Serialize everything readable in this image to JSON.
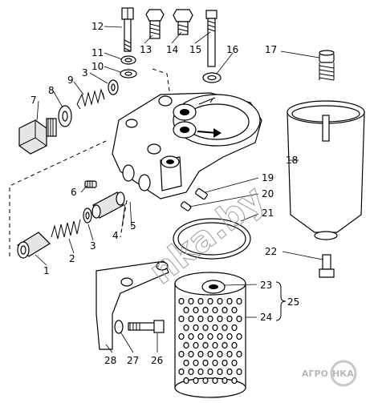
{
  "figure": {
    "labels": [
      {
        "id": "1",
        "text": "1"
      },
      {
        "id": "2",
        "text": "2"
      },
      {
        "id": "3a",
        "text": "3"
      },
      {
        "id": "3b",
        "text": "3"
      },
      {
        "id": "4",
        "text": "4"
      },
      {
        "id": "5",
        "text": "5"
      },
      {
        "id": "6",
        "text": "6"
      },
      {
        "id": "7",
        "text": "7"
      },
      {
        "id": "8",
        "text": "8"
      },
      {
        "id": "9",
        "text": "9"
      },
      {
        "id": "10",
        "text": "10"
      },
      {
        "id": "11",
        "text": "11"
      },
      {
        "id": "12",
        "text": "12"
      },
      {
        "id": "13",
        "text": "13"
      },
      {
        "id": "14",
        "text": "14"
      },
      {
        "id": "15",
        "text": "15"
      },
      {
        "id": "16",
        "text": "16"
      },
      {
        "id": "17",
        "text": "17"
      },
      {
        "id": "18",
        "text": "18"
      },
      {
        "id": "19",
        "text": "19"
      },
      {
        "id": "20",
        "text": "20"
      },
      {
        "id": "21",
        "text": "21"
      },
      {
        "id": "22",
        "text": "22"
      },
      {
        "id": "23",
        "text": "23"
      },
      {
        "id": "24",
        "text": "24"
      },
      {
        "id": "25",
        "text": "25"
      },
      {
        "id": "26",
        "text": "26"
      },
      {
        "id": "27",
        "text": "27"
      },
      {
        "id": "28",
        "text": "28"
      }
    ]
  },
  "watermark": {
    "text": "nka.by"
  },
  "logo": {
    "text_left": "АГРО",
    "text_right": "НКА"
  }
}
